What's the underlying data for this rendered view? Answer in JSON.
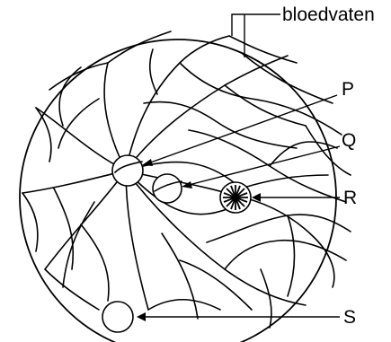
{
  "labels": {
    "vessels": "bloedvaten",
    "p": "P",
    "q": "Q",
    "r": "R",
    "s": "S"
  }
}
